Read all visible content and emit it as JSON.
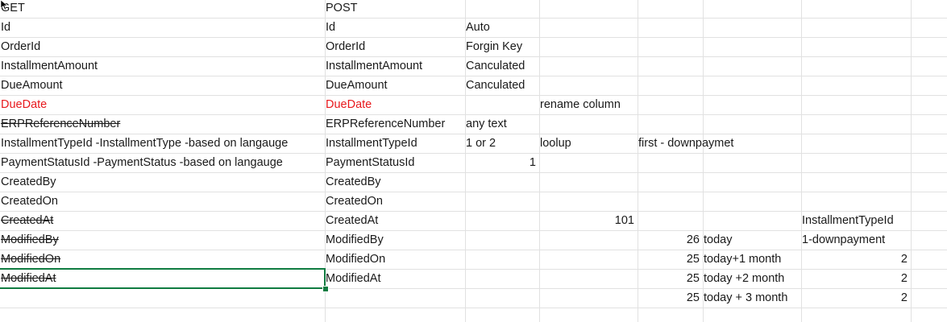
{
  "sheet": {
    "cells": [
      {
        "row": 0,
        "col": 0,
        "text": "GET"
      },
      {
        "row": 0,
        "col": 1,
        "text": "POST"
      },
      {
        "row": 1,
        "col": 0,
        "text": "Id"
      },
      {
        "row": 1,
        "col": 1,
        "text": "Id"
      },
      {
        "row": 1,
        "col": 2,
        "text": "Auto"
      },
      {
        "row": 2,
        "col": 0,
        "text": "OrderId"
      },
      {
        "row": 2,
        "col": 1,
        "text": "OrderId"
      },
      {
        "row": 2,
        "col": 2,
        "text": "Forgin Key"
      },
      {
        "row": 3,
        "col": 0,
        "text": "InstallmentAmount"
      },
      {
        "row": 3,
        "col": 1,
        "text": "InstallmentAmount"
      },
      {
        "row": 3,
        "col": 2,
        "text": "Canculated"
      },
      {
        "row": 4,
        "col": 0,
        "text": "DueAmount"
      },
      {
        "row": 4,
        "col": 1,
        "text": "DueAmount"
      },
      {
        "row": 4,
        "col": 2,
        "text": "Canculated"
      },
      {
        "row": 5,
        "col": 0,
        "text": "DueDate",
        "style": "red"
      },
      {
        "row": 5,
        "col": 1,
        "text": "DueDate",
        "style": "red"
      },
      {
        "row": 5,
        "col": 3,
        "text": "rename column"
      },
      {
        "row": 6,
        "col": 0,
        "text": "ERPReferenceNumber",
        "style": "strike"
      },
      {
        "row": 6,
        "col": 1,
        "text": "ERPReferenceNumber"
      },
      {
        "row": 6,
        "col": 2,
        "text": "any text"
      },
      {
        "row": 7,
        "col": 0,
        "text": "InstallmentTypeId -InstallmentType -based on langauge"
      },
      {
        "row": 7,
        "col": 1,
        "text": "InstallmentTypeId"
      },
      {
        "row": 7,
        "col": 2,
        "text": "1 or 2"
      },
      {
        "row": 7,
        "col": 3,
        "text": "loolup"
      },
      {
        "row": 7,
        "col": 4,
        "text": "first - downpaymet"
      },
      {
        "row": 8,
        "col": 0,
        "text": "PaymentStatusId -PaymentStatus -based on langauge"
      },
      {
        "row": 8,
        "col": 1,
        "text": "PaymentStatusId"
      },
      {
        "row": 8,
        "col": 2,
        "text": "1",
        "num": true
      },
      {
        "row": 9,
        "col": 0,
        "text": "CreatedBy"
      },
      {
        "row": 9,
        "col": 1,
        "text": "CreatedBy"
      },
      {
        "row": 10,
        "col": 0,
        "text": "CreatedOn"
      },
      {
        "row": 10,
        "col": 1,
        "text": "CreatedOn"
      },
      {
        "row": 11,
        "col": 0,
        "text": "CreatedAt",
        "style": "strike"
      },
      {
        "row": 11,
        "col": 1,
        "text": "CreatedAt"
      },
      {
        "row": 11,
        "col": 3,
        "text": "101",
        "num": true
      },
      {
        "row": 11,
        "col": 6,
        "text": "InstallmentTypeId"
      },
      {
        "row": 12,
        "col": 0,
        "text": "ModifiedBy",
        "style": "strike"
      },
      {
        "row": 12,
        "col": 1,
        "text": "ModifiedBy"
      },
      {
        "row": 12,
        "col": 4,
        "text": "26",
        "num": true
      },
      {
        "row": 12,
        "col": 5,
        "text": "today"
      },
      {
        "row": 12,
        "col": 6,
        "text": "1-downpayment"
      },
      {
        "row": 13,
        "col": 0,
        "text": "ModifiedOn",
        "style": "strike"
      },
      {
        "row": 13,
        "col": 1,
        "text": "ModifiedOn"
      },
      {
        "row": 13,
        "col": 4,
        "text": "25",
        "num": true
      },
      {
        "row": 13,
        "col": 5,
        "text": "today+1 month"
      },
      {
        "row": 13,
        "col": 6,
        "text": "2",
        "num": true
      },
      {
        "row": 14,
        "col": 0,
        "text": "ModifiedAt",
        "style": "strike"
      },
      {
        "row": 14,
        "col": 1,
        "text": "ModifiedAt"
      },
      {
        "row": 14,
        "col": 4,
        "text": "25",
        "num": true
      },
      {
        "row": 14,
        "col": 5,
        "text": "today +2 month"
      },
      {
        "row": 14,
        "col": 6,
        "text": "2",
        "num": true
      },
      {
        "row": 15,
        "col": 4,
        "text": "25",
        "num": true
      },
      {
        "row": 15,
        "col": 5,
        "text": "today + 3 month"
      },
      {
        "row": 15,
        "col": 6,
        "text": "2",
        "num": true
      }
    ]
  },
  "colors": {
    "red_text": "#e8191d",
    "selection": "#107c41",
    "gridline": "#e1e1e1"
  },
  "cursor_icon": "mouse-pointer-icon"
}
